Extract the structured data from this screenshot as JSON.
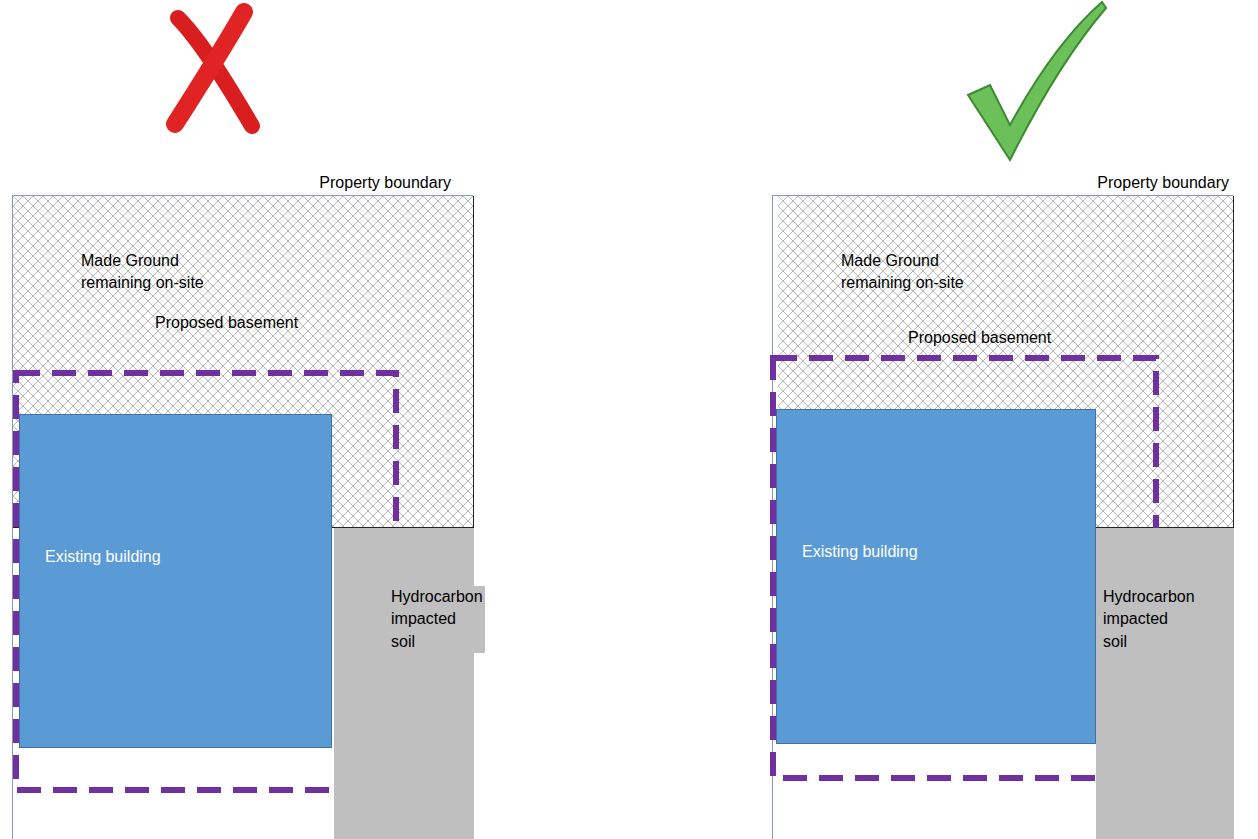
{
  "diagram": {
    "nodes": [
      {
        "text": [
          "Property boundary"
        ]
      },
      {
        "text": [
          "Made Ground remaining on-site"
        ],
        "in": 0
      },
      {
        "text": [
          "Proposed basement"
        ],
        "in": 0
      },
      {
        "text": [
          "Existing building"
        ],
        "in": 0
      },
      {
        "text": [
          "Hydrocarbon impacted soil"
        ],
        "in": 0
      },
      {
        "text": [
          "Property boundary"
        ]
      },
      {
        "text": [
          "Made Ground remaining on-site"
        ],
        "in": 5
      },
      {
        "text": [
          "Proposed basement"
        ],
        "in": 5
      },
      {
        "text": [
          "Existing building"
        ],
        "in": 5
      },
      {
        "text": [
          "Hydrocarbon impacted soil"
        ],
        "in": 5
      }
    ]
  }
}
